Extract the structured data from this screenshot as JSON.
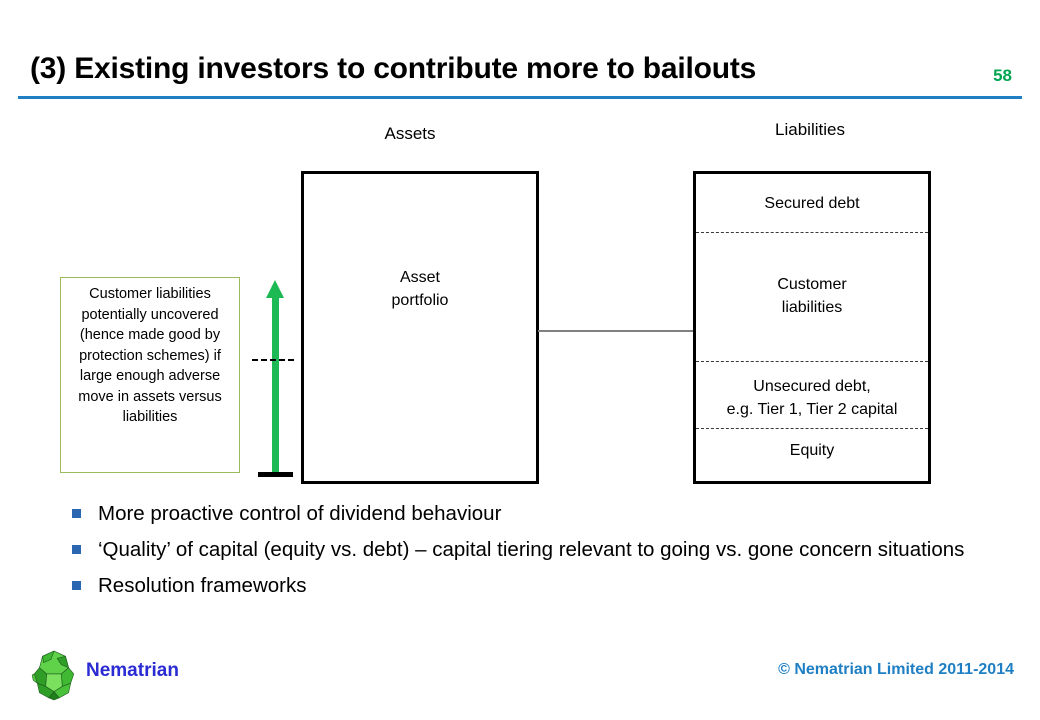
{
  "slide": {
    "title": "(3) Existing investors to contribute more to bailouts",
    "page_number": "58",
    "rule_color": "#1F7FC4",
    "page_number_color": "#00A550"
  },
  "diagram": {
    "assets_label": "Assets",
    "liabilities_label": "Liabilities",
    "assets_box": {
      "line1": "Asset",
      "line2": "portfolio"
    },
    "liabilities_segments": [
      {
        "label": "Secured debt"
      },
      {
        "label_line1": "Customer",
        "label_line2": "liabilities"
      },
      {
        "label_line1": "Unsecured debt,",
        "label_line2": "e.g. Tier 1, Tier 2 capital"
      },
      {
        "label": "Equity"
      }
    ],
    "note_box": {
      "text": "Customer liabilities potentially uncovered (hence made good by protection schemes) if large enough adverse move in assets versus liabilities",
      "border_color": "#9CBB5C"
    },
    "arrow": {
      "direction": "up",
      "color": "#1DB954"
    }
  },
  "bullets": [
    {
      "text": "More proactive control of dividend behaviour"
    },
    {
      "text": "‘Quality’ of capital (equity vs. debt) – capital tiering relevant to going vs. gone concern situations"
    },
    {
      "text": "Resolution frameworks"
    }
  ],
  "footer": {
    "brand": "Nematrian",
    "copyright": "© Nematrian Limited 2011-2014",
    "brand_color": "#2B2BD4",
    "copyright_color": "#1F7FC4"
  }
}
